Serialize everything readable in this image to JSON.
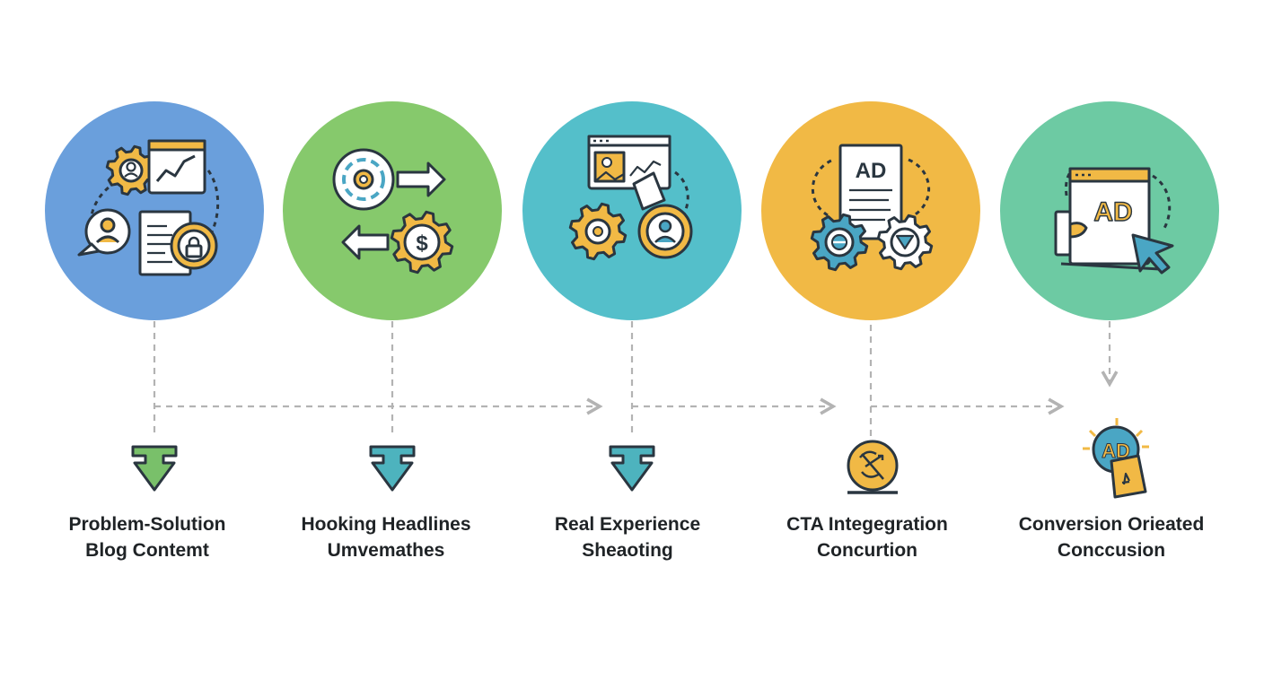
{
  "steps": [
    {
      "color": "#6a9fdc",
      "icon": "gear-chart-document-lock-icon",
      "marker": "down-arrow-icon",
      "marker_color": "#79c06a",
      "label_line1": "Problem-Solution",
      "label_line2": "Blog Contemt"
    },
    {
      "color": "#86c96c",
      "icon": "target-arrows-dollar-gear-icon",
      "marker": "down-arrow-icon",
      "marker_color": "#4db3be",
      "label_line1": "Hooking Headlines",
      "label_line2": "Umvemathes"
    },
    {
      "color": "#54bfca",
      "icon": "browser-gear-user-icon",
      "marker": "down-arrow-icon",
      "marker_color": "#4db3be",
      "label_line1": "Real Experience",
      "label_line2": "Sheaoting"
    },
    {
      "color": "#f1b945",
      "icon": "ad-document-gears-icon",
      "ad_text": "AD",
      "marker": "cta-badge-icon",
      "marker_color": "#f1b945",
      "label_line1": "CTA Integegration",
      "label_line2": "Concurtion"
    },
    {
      "color": "#6dcaa3",
      "icon": "ad-browser-cursor-icon",
      "ad_text": "AD",
      "marker": "ad-burst-icon",
      "marker_text": "AD",
      "marker_color": "#f1b945",
      "label_line1": "Conversion Orieated",
      "label_line2": "Conccusion"
    }
  ],
  "colors": {
    "dark": "#2a3640",
    "accent_gold": "#f1b945",
    "accent_blue": "#4aa6c4",
    "connector": "#b3b3b3"
  }
}
